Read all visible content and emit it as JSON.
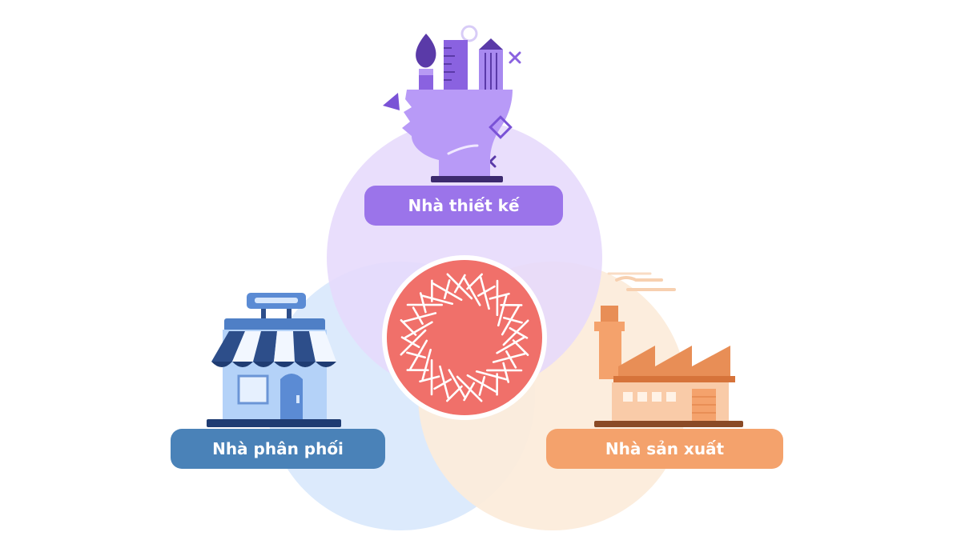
{
  "nodes": {
    "designer": {
      "label": "Nhà thiết kế",
      "circle_color": "#E6DAFC",
      "pill_color": "#9B74EA",
      "icon": "designer-head-with-tools-icon"
    },
    "distributor": {
      "label": "Nhà phân phối",
      "circle_color": "#DCEAFC",
      "pill_color": "#4A82B8",
      "icon": "storefront-icon"
    },
    "manufacturer": {
      "label": "Nhà sản xuất",
      "circle_color": "#FCEBDA",
      "pill_color": "#F4A26C",
      "icon": "factory-icon"
    }
  },
  "center_logo": {
    "icon": "woven-ring-logo-icon",
    "color": "#F0706A",
    "line_color": "#FFFFFF"
  }
}
